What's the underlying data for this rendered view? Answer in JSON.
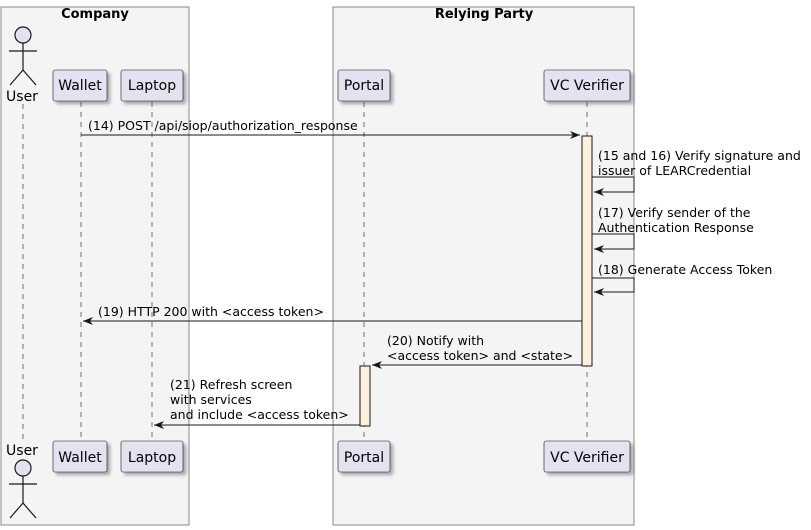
{
  "boxes": {
    "company": "Company",
    "relying_party": "Relying Party"
  },
  "participants": {
    "user": "User",
    "wallet": "Wallet",
    "laptop": "Laptop",
    "portal": "Portal",
    "vc_verifier": "VC Verifier"
  },
  "messages": {
    "m14": "(14) POST /api/siop/authorization_response",
    "m15_l1": "(15 and 16) Verify signature and",
    "m15_l2": "issuer of LEARCredential",
    "m17_l1": "(17) Verify sender of the",
    "m17_l2": "Authentication Response",
    "m18": "(18) Generate Access Token",
    "m19": "(19) HTTP 200 with <access token>",
    "m20_l1": "(20) Notify with",
    "m20_l2": "<access token> and <state>",
    "m21_l1": "(21) Refresh screen",
    "m21_l2": "with services",
    "m21_l3": "and include <access token>"
  },
  "colors": {
    "frame_fill": "#f4f4f4",
    "participant_fill": "#e2e2f0",
    "activation_fill": "#fdf0dc",
    "line": "#181818"
  }
}
